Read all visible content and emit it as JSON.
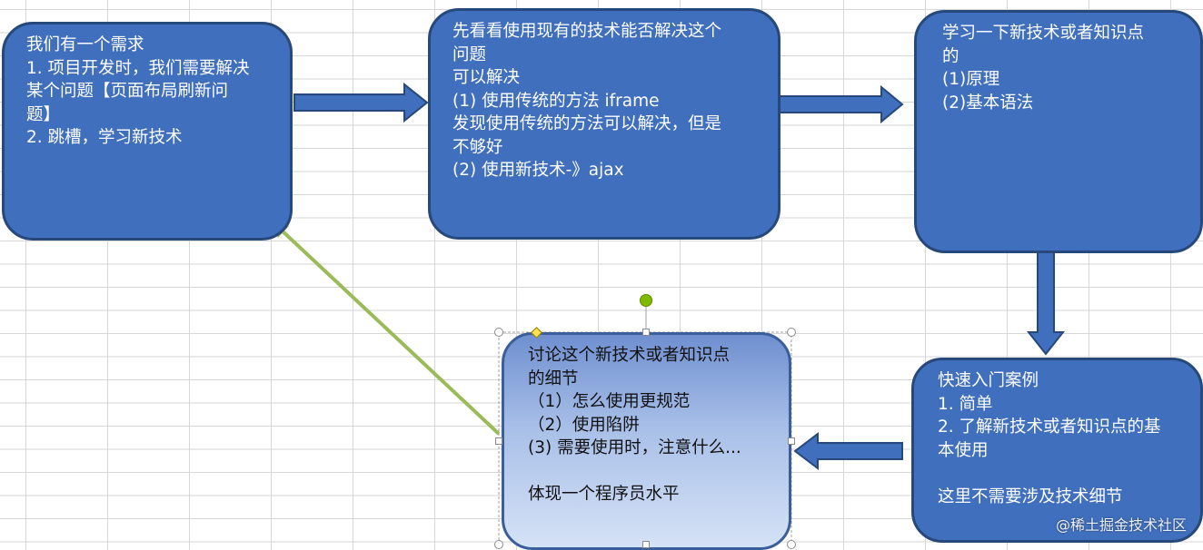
{
  "boxes": {
    "need": {
      "lines": [
        "我们有一个需求",
        "1. 项目开发时，我们需要解决",
        "某个问题【页面布局刷新问",
        "题】",
        "2. 跳槽，学习新技术"
      ]
    },
    "existing_tech": {
      "lines": [
        "先看看使用现有的技术能否解决这个",
        "问题",
        "可以解决",
        "(1) 使用传统的方法 iframe",
        "发现使用传统的方法可以解决，但是",
        "不够好",
        "(2) 使用新技术-》ajax"
      ]
    },
    "learn": {
      "lines": [
        "学习一下新技术或者知识点",
        "的",
        "(1)原理",
        "(2)基本语法"
      ]
    },
    "quickstart": {
      "lines": [
        "快速入门案例",
        "1. 简单",
        "2. 了解新技术或者知识点的基",
        "本使用",
        "",
        "这里不需要涉及技术细节"
      ]
    },
    "discuss": {
      "lines": [
        "讨论这个新技术或者知识点",
        "的细节",
        "（1）怎么使用更规范",
        "（2）使用陷阱",
        "(3) 需要使用时，注意什么...",
        "",
        "体现一个程序员水平"
      ]
    }
  },
  "colors": {
    "box_fill": "#3f6fbd",
    "box_border": "#27487a",
    "arrow_fill": "#3f6fbd",
    "return_arrow": "#9bbb59",
    "selection_handle": "#7fba00",
    "cursor_highlight": "#ded600"
  },
  "watermark": "@稀土掘金技术社区"
}
